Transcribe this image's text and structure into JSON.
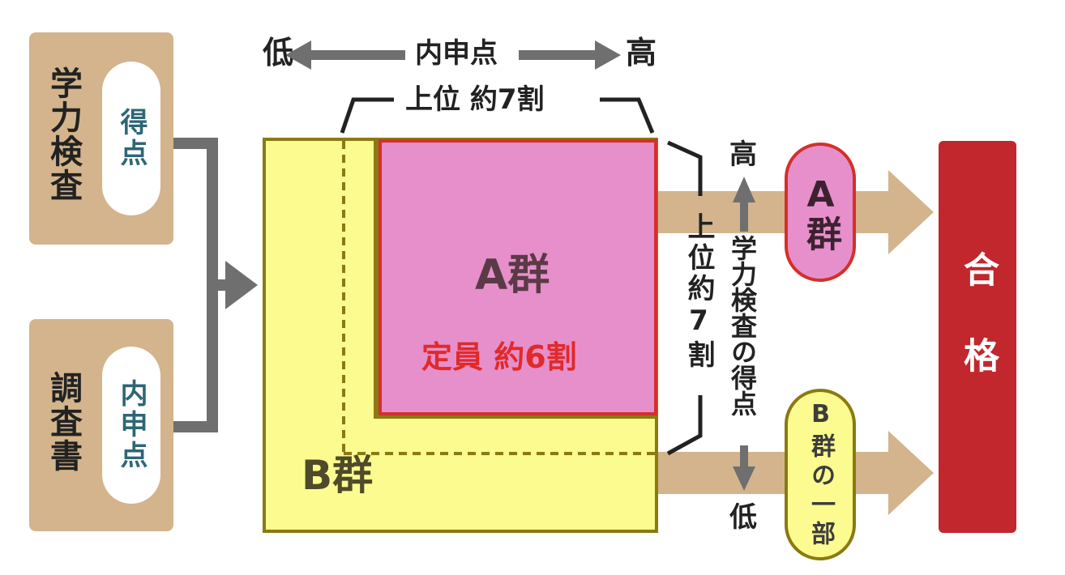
{
  "sources": {
    "test": {
      "label": "学力検査",
      "sub": "得点"
    },
    "report": {
      "label": "調査書",
      "sub": "内申点"
    }
  },
  "top_axis": {
    "low": "低",
    "label": "内申点",
    "high": "高"
  },
  "top_bracket": "上位 約7割",
  "group_a": {
    "name": "A群",
    "quota": "定員 約6割"
  },
  "group_b": {
    "name": "B群"
  },
  "right_bracket": "上位約7割",
  "right_axis": {
    "high": "高",
    "label": "学力検査の得点",
    "low": "低"
  },
  "outcome_a": "A群",
  "outcome_b": "B群の一部",
  "result": "合格",
  "colors": {
    "tan": "#d3b48c",
    "arrow_gray": "#6f6f6f",
    "yellow": "#fbfb8f",
    "yellow_border": "#8a7a12",
    "pink": "#e78fcb",
    "red": "#d3302a",
    "result_red": "#c1272d"
  }
}
